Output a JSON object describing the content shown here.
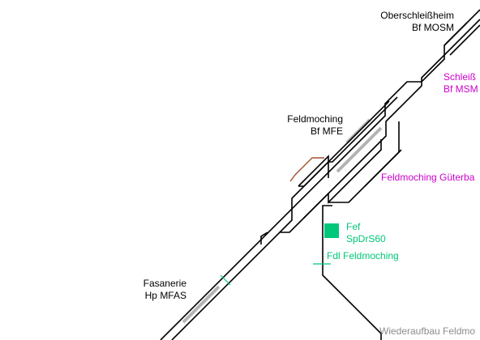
{
  "colors": {
    "track": "#000000",
    "platform": "#b4b4b4",
    "brown_track": "#a0522d",
    "operations": "#00c77a",
    "connection": "#cc00cc",
    "note": "#8c8c8c"
  },
  "stations": {
    "oberschleissheim": {
      "name": "Oberschleißheim",
      "code": "Bf MOSM"
    },
    "schleissheim": {
      "name": "Schleiß",
      "code": "Bf MSM"
    },
    "feldmoching": {
      "name": "Feldmoching",
      "code": "Bf MFE"
    },
    "feldmoching_gueterbahnhof": {
      "name": "Feldmoching Güterba"
    },
    "fasanerie": {
      "name": "Fasanerie",
      "code": "Hp MFAS"
    }
  },
  "operations": {
    "fef": {
      "name": "Fef",
      "code": "SpDrS60"
    },
    "fdl": {
      "name": "Fdl Feldmoching"
    }
  },
  "note": {
    "text": "Wiederaufbau Feldmo"
  }
}
